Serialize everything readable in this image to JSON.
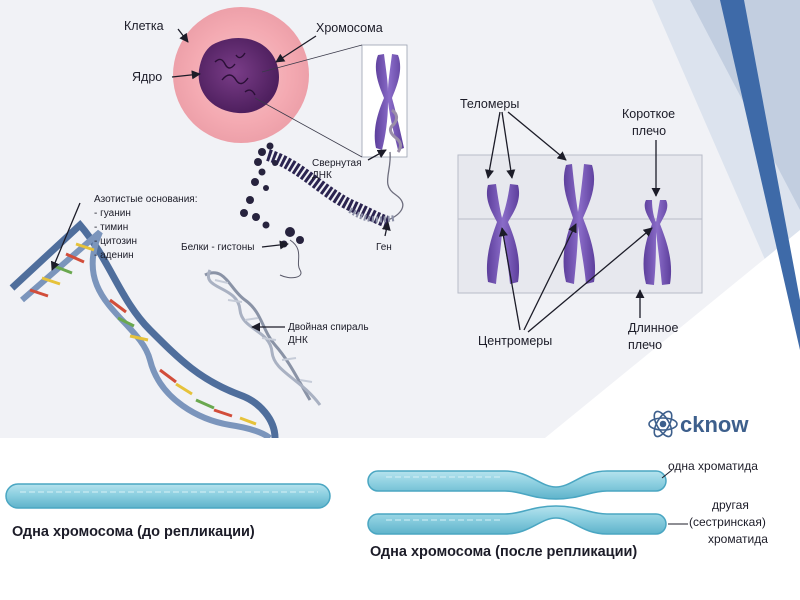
{
  "top_panel": {
    "labels": {
      "cell": "Клетка",
      "nucleus": "Ядро",
      "chromosome": "Хромосома",
      "coiled_dna_1": "Свернутая",
      "coiled_dna_2": "ДНК",
      "nitrogen_bases_title": "Азотистые основания:",
      "bases": [
        "- гуанин",
        "- тимин",
        "- цитозин",
        "- аденин"
      ],
      "histones": "Белки - гистоны",
      "gene": "Ген",
      "double_helix_1": "Двойная спираль",
      "double_helix_2": "ДНК",
      "telomeres": "Теломеры",
      "short_arm_1": "Короткое",
      "short_arm_2": "плечо",
      "centromeres": "Центромеры",
      "long_arm_1": "Длинное",
      "long_arm_2": "плечо"
    },
    "logo_text": "cknow",
    "colors": {
      "cytoplasm": "#f4aab2",
      "nucleus": "#5e2a6e",
      "chromosome": "#7a5cb8",
      "blue_stripe": "#3e6aa8",
      "panel_bg": "#f1f2f6"
    }
  },
  "bottom_panel": {
    "before_caption": "Одна хромосома (до репликации)",
    "after_caption": "Одна хромосома (после репликации)",
    "one_chromatid": "одна хроматида",
    "other_1": "другая",
    "other_2": "(сестринская)",
    "other_3": "хроматида",
    "colors": {
      "chromatid": "#8ccfe0",
      "chromatid_edge": "#4aa6c2"
    }
  }
}
